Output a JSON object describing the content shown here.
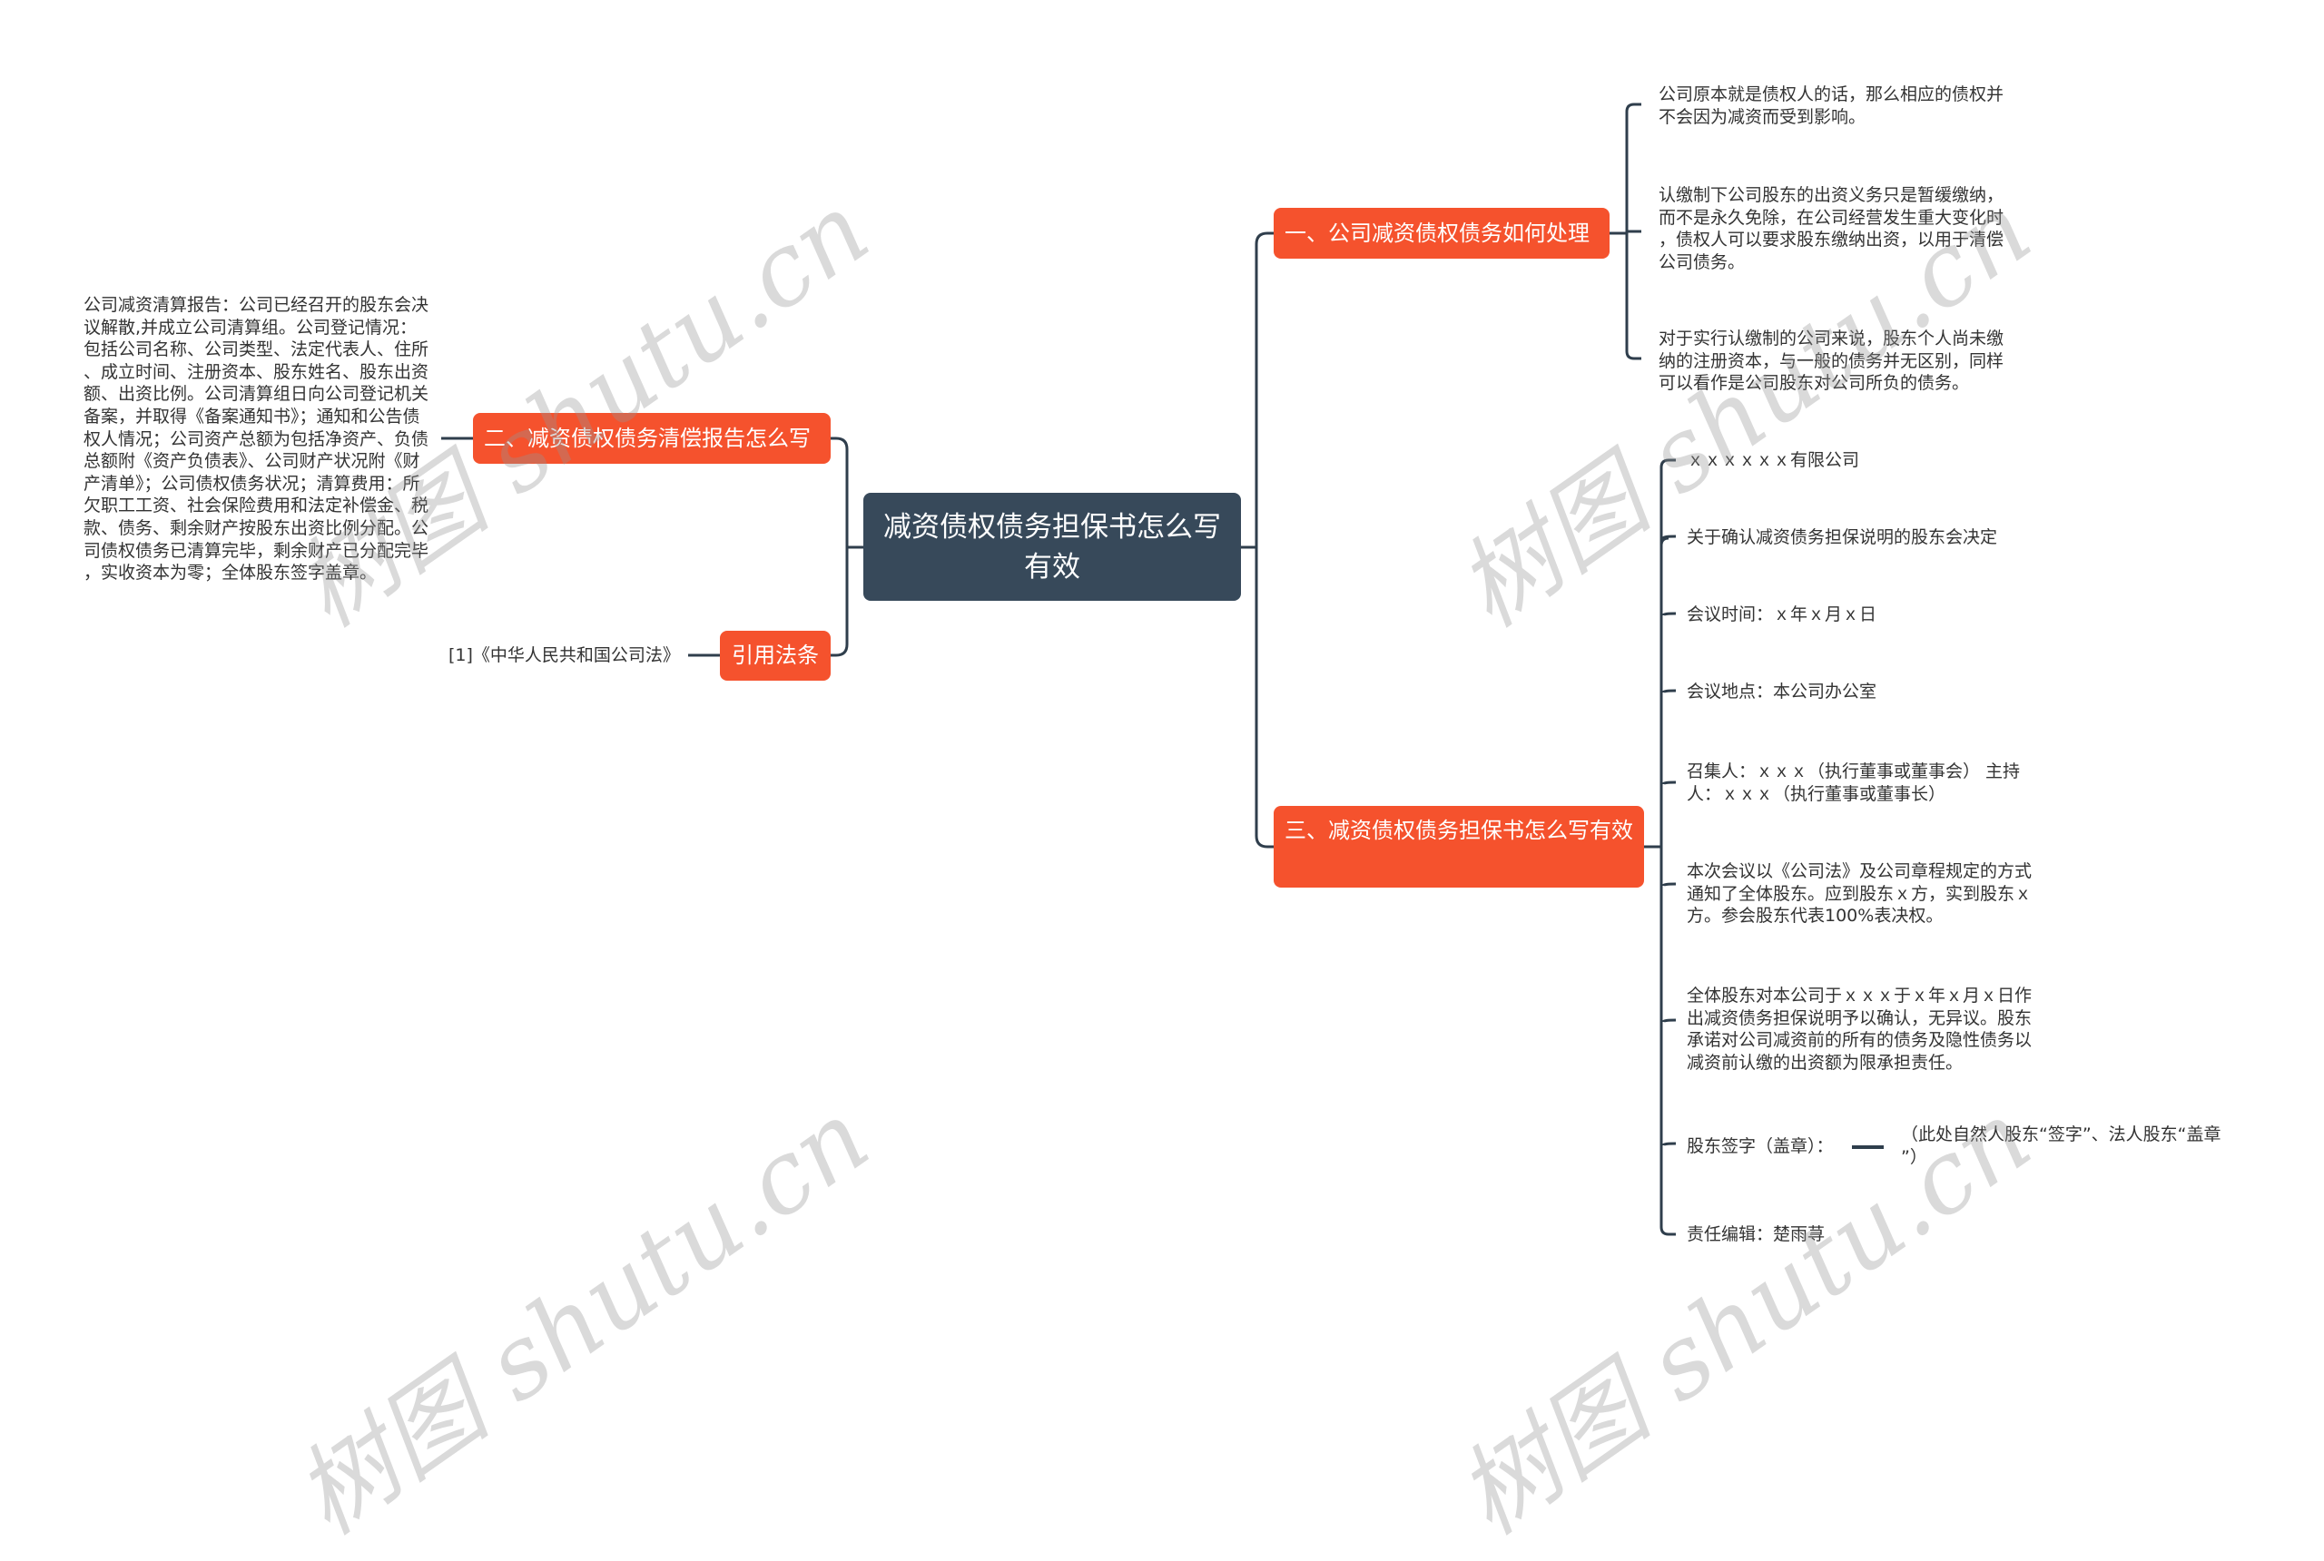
{
  "root": {
    "label": "减资债权债务担保书怎么写有效"
  },
  "branches": {
    "b1": {
      "label": "一、公司减资债权债务如何处理",
      "leaves": [
        "公司原本就是债权人的话，那么相应的债权并\n不会因为减资而受到影响。",
        "认缴制下公司股东的出资义务只是暂缓缴纳，\n而不是永久免除，在公司经营发生重大变化时\n，债权人可以要求股东缴纳出资，以用于清偿\n公司债务。",
        "对于实行认缴制的公司来说，股东个人尚未缴\n纳的注册资本，与一般的债务并无区别，同样\n可以看作是公司股东对公司所负的债务。"
      ]
    },
    "b2": {
      "label": "二、减资债权债务清偿报告怎么写",
      "leaves": [
        "公司减资清算报告：公司已经召开的股东会决\n议解散,并成立公司清算组。公司登记情况：\n包括公司名称、公司类型、法定代表人、住所\n、成立时间、注册资本、股东姓名、股东出资\n额、出资比例。公司清算组日向公司登记机关\n备案，并取得《备案通知书》；通知和公告债\n权人情况；公司资产总额为包括净资产、负债\n总额附《资产负债表》、公司财产状况附《财\n产清单》；公司债权债务状况；清算费用：所\n欠职工工资、社会保险费用和法定补偿金、税\n款、债务、剩余财产按股东出资比例分配。公\n司债权债务已清算完毕，剩余财产已分配完毕\n，实收资本为零；全体股东签字盖章。"
      ]
    },
    "b3": {
      "label": "三、减资债权债务担保书怎么写有效",
      "leaves": [
        "ｘｘｘｘｘｘ有限公司",
        "关于确认减资债务担保说明的股东会决定",
        "会议时间：ｘ年ｘ月ｘ日",
        "会议地点：本公司办公室",
        "召集人：ｘｘｘ（执行董事或董事会） 主持\n人：ｘｘｘ（执行董事或董事长）",
        "本次会议以《公司法》及公司章程规定的方式\n通知了全体股东。应到股东ｘ方，实到股东ｘ\n方。参会股东代表100%表决权。",
        "全体股东对本公司于ｘｘｘ于ｘ年ｘ月ｘ日作\n出减资债务担保说明予以确认，无异议。股东\n承诺对公司减资前的所有的债务及隐性债务以\n减资前认缴的出资额为限承担责任。",
        "股东签字（盖章）：",
        "责任编辑：楚雨荨"
      ],
      "signature_note": "（此处自然人股东“签字”、法人股东“盖章\n”）"
    },
    "b4": {
      "label": "引用法条",
      "leaves": [
        "[1]《中华人民共和国公司法》"
      ]
    }
  },
  "watermark": {
    "text": "树图 shutu.cn"
  },
  "colors": {
    "root": "#37495a",
    "branch": "#f5522d",
    "line": "#2f3e4c",
    "text": "#333333"
  }
}
